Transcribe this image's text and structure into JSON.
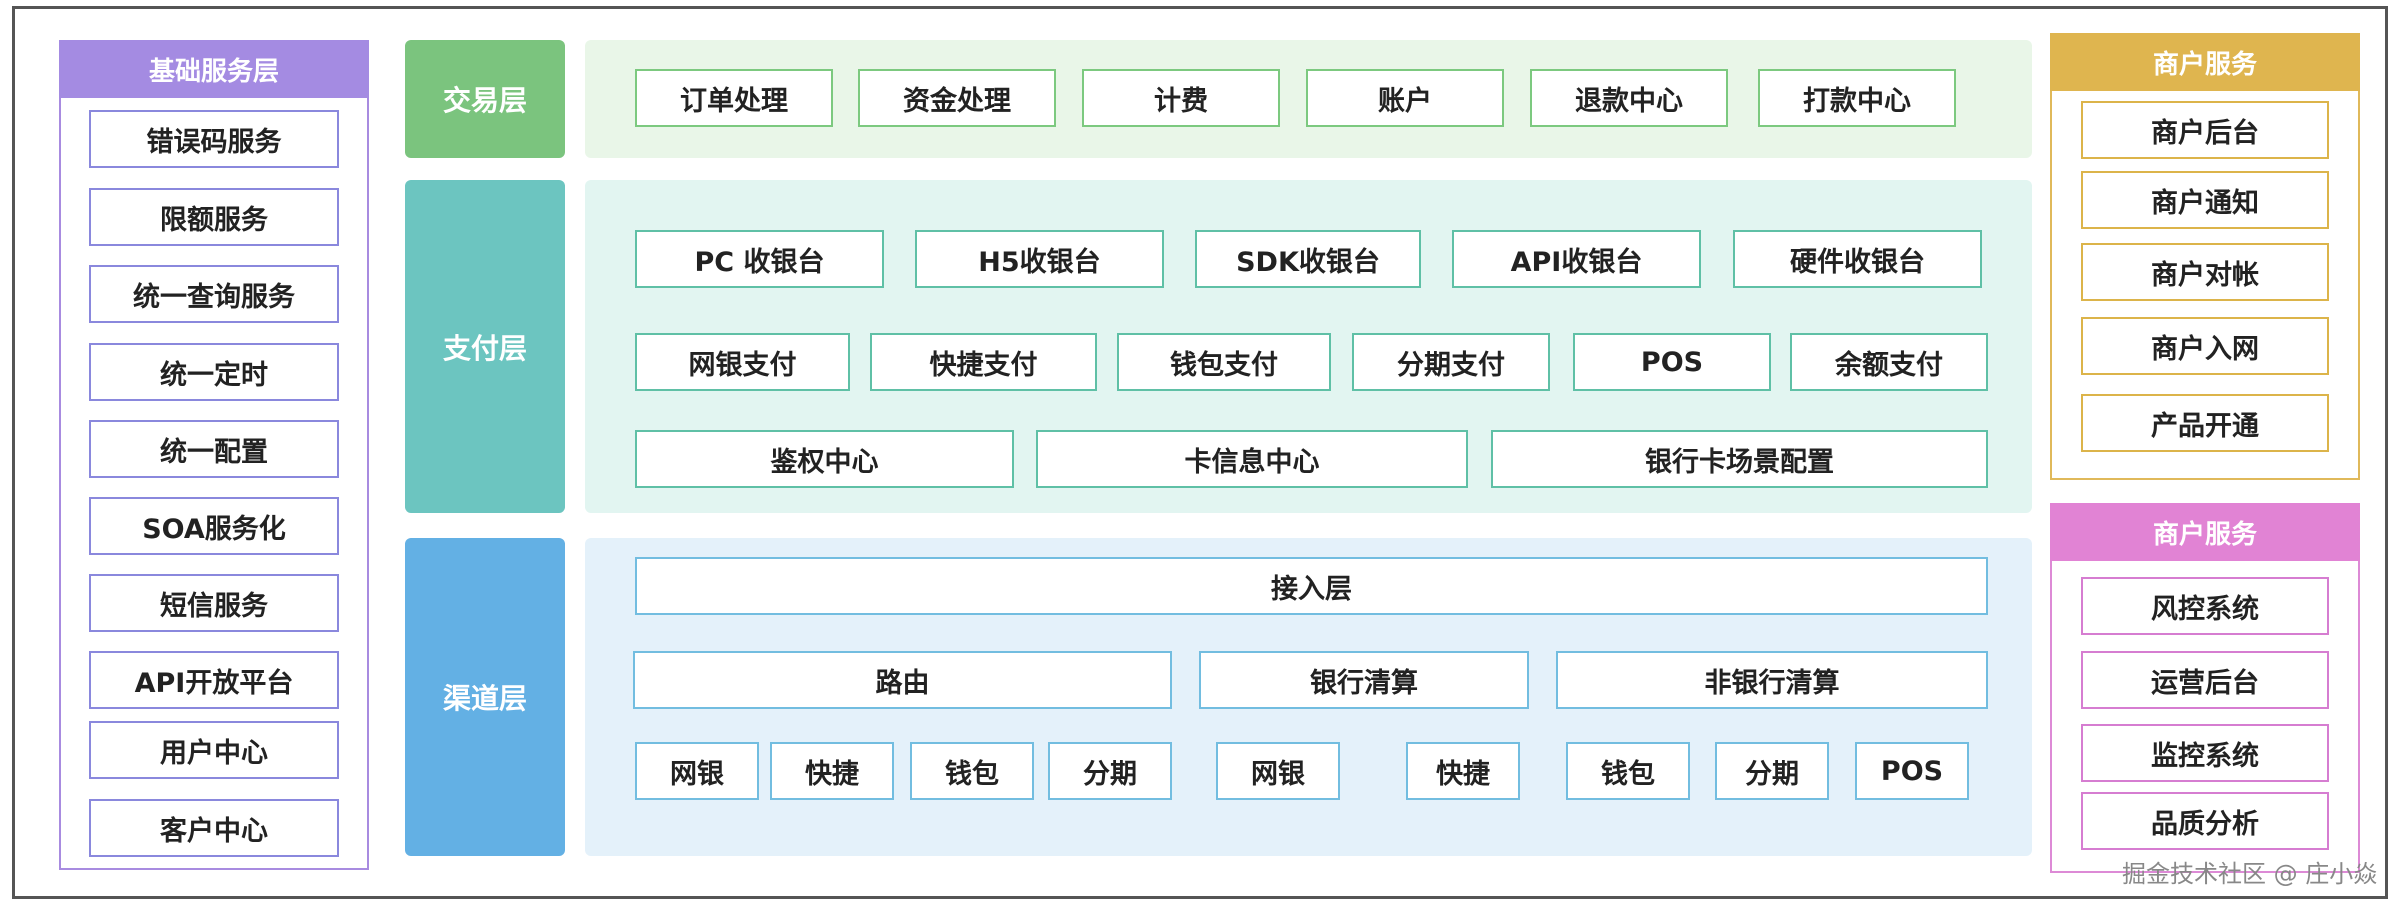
{
  "left_panel": {
    "title": "基础服务层",
    "items": [
      "错误码服务",
      "限额服务",
      "统一查询服务",
      "统一定时",
      "统一配置",
      "SOA服务化",
      "短信服务",
      "API开放平台",
      "用户中心",
      "客户中心"
    ]
  },
  "trade_layer": {
    "label": "交易层",
    "items": [
      "订单处理",
      "资金处理",
      "计费",
      "账户",
      "退款中心",
      "打款中心"
    ]
  },
  "pay_layer": {
    "label": "支付层",
    "row1": [
      "PC 收银台",
      "H5收银台",
      "SDK收银台",
      "API收银台",
      "硬件收银台"
    ],
    "row2": [
      "网银支付",
      "快捷支付",
      "钱包支付",
      "分期支付",
      "POS",
      "余额支付"
    ],
    "row3": [
      "鉴权中心",
      "卡信息中心",
      "银行卡场景配置"
    ]
  },
  "channel_layer": {
    "label": "渠道层",
    "access": "接入层",
    "row2": [
      "路由",
      "银行清算",
      "非银行清算"
    ],
    "row3": [
      "网银",
      "快捷",
      "钱包",
      "分期",
      "网银",
      "快捷",
      "钱包",
      "分期",
      "POS"
    ]
  },
  "merchant_panel": {
    "title": "商户服务",
    "items": [
      "商户后台",
      "商户通知",
      "商户对帐",
      "商户入网",
      "产品开通"
    ]
  },
  "ops_panel": {
    "title": "商户服务",
    "items": [
      "风控系统",
      "运营后台",
      "监控系统",
      "品质分析"
    ]
  },
  "watermark": "掘金技术社区 @ 庄小焱",
  "colors": {
    "base_purple": "#a48be2",
    "trade_green": "#7bc47e",
    "pay_teal": "#6cc5c0",
    "channel_blue": "#63b0e4",
    "merchant_gold": "#dfb54f",
    "ops_pink": "#e183d4"
  }
}
